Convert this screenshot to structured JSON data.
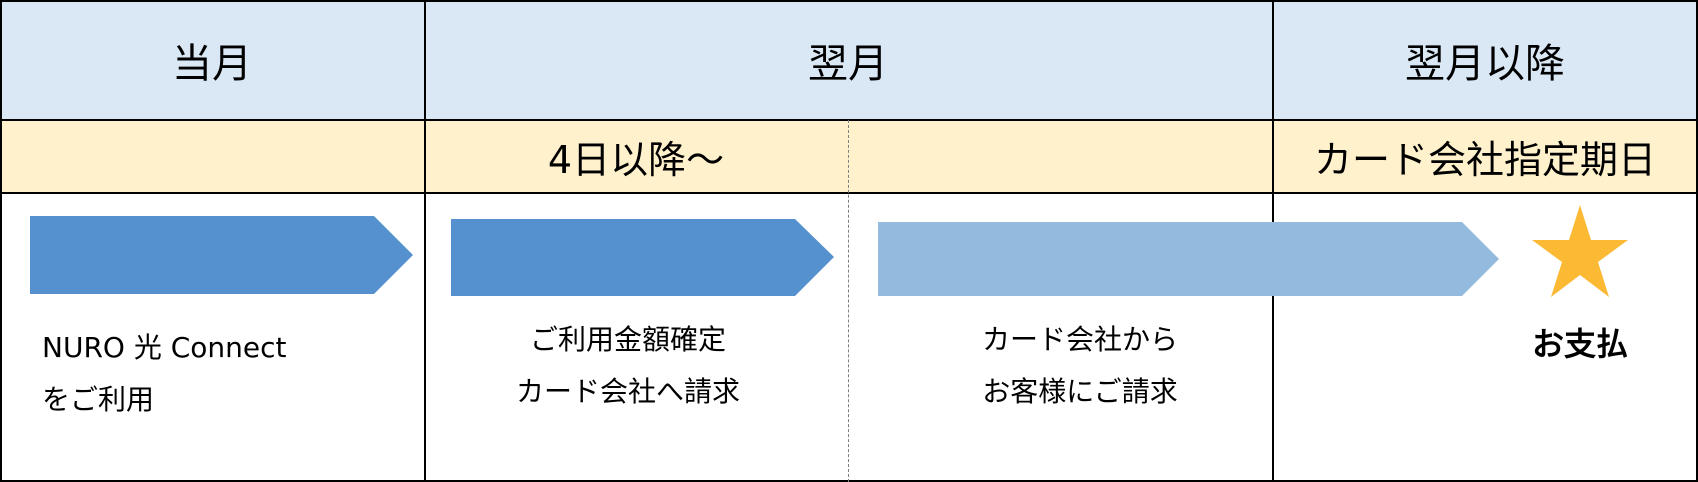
{
  "header": {
    "col1": "当月",
    "col2": "翌月",
    "col3": "翌月以降"
  },
  "subheader": {
    "col2a": "4日以降～",
    "col3": "カード会社指定期日"
  },
  "steps": {
    "use": {
      "line1": "NURO 光 Connect",
      "line2": "をご利用"
    },
    "confirm": {
      "line1": "ご利用金額確定",
      "line2": "カード会社へ請求"
    },
    "bill": {
      "line1": "カード会社から",
      "line2": "お客様にご請求"
    },
    "pay": {
      "line1": "お支払"
    }
  },
  "colors": {
    "header_bg": "#dae8f5",
    "subheader_bg": "#fff1cc",
    "arrow_dark": "#5591cf",
    "arrow_light": "#94bade",
    "star": "#fbb934"
  }
}
